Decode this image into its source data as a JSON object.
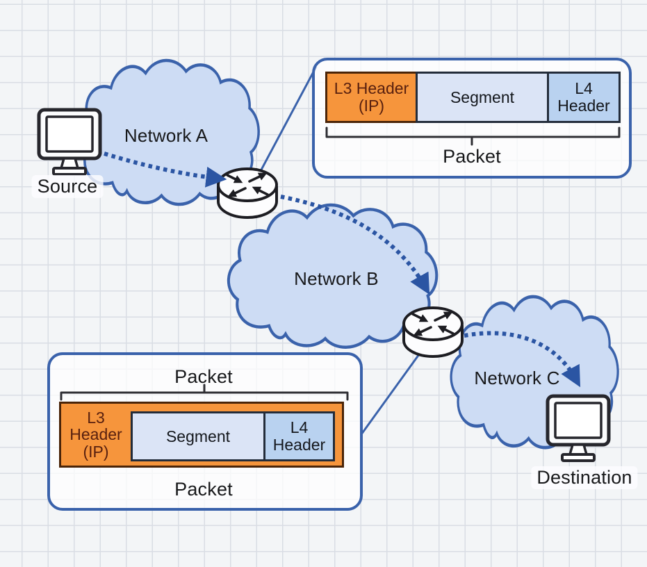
{
  "colors": {
    "background": "#f3f5f7",
    "grid_line": "#d9dde4",
    "cloud_fill": "#cddcf4",
    "cloud_border": "#3a62ab",
    "arrow_blue": "#2b55a3",
    "callout_border": "#3a62ab",
    "l3_fill": "#f6953c",
    "l3_text": "#58200f",
    "segment_fill": "#dbe4f6",
    "l4_fill": "#b9d2f0",
    "icon_stroke": "#222228"
  },
  "labels": {
    "source": "Source",
    "destination": "Destination",
    "network_a": "Network A",
    "network_b": "Network B",
    "network_c": "Network C"
  },
  "packet_top": {
    "l3": "L3 Header (IP)",
    "segment": "Segment",
    "l4": "L4 Header",
    "brace_label": "Packet"
  },
  "packet_bottom": {
    "label_above": "Packet",
    "l3": "L3 Header (IP)",
    "segment": "Segment",
    "l4": "L4 Header",
    "label_below": "Packet"
  }
}
